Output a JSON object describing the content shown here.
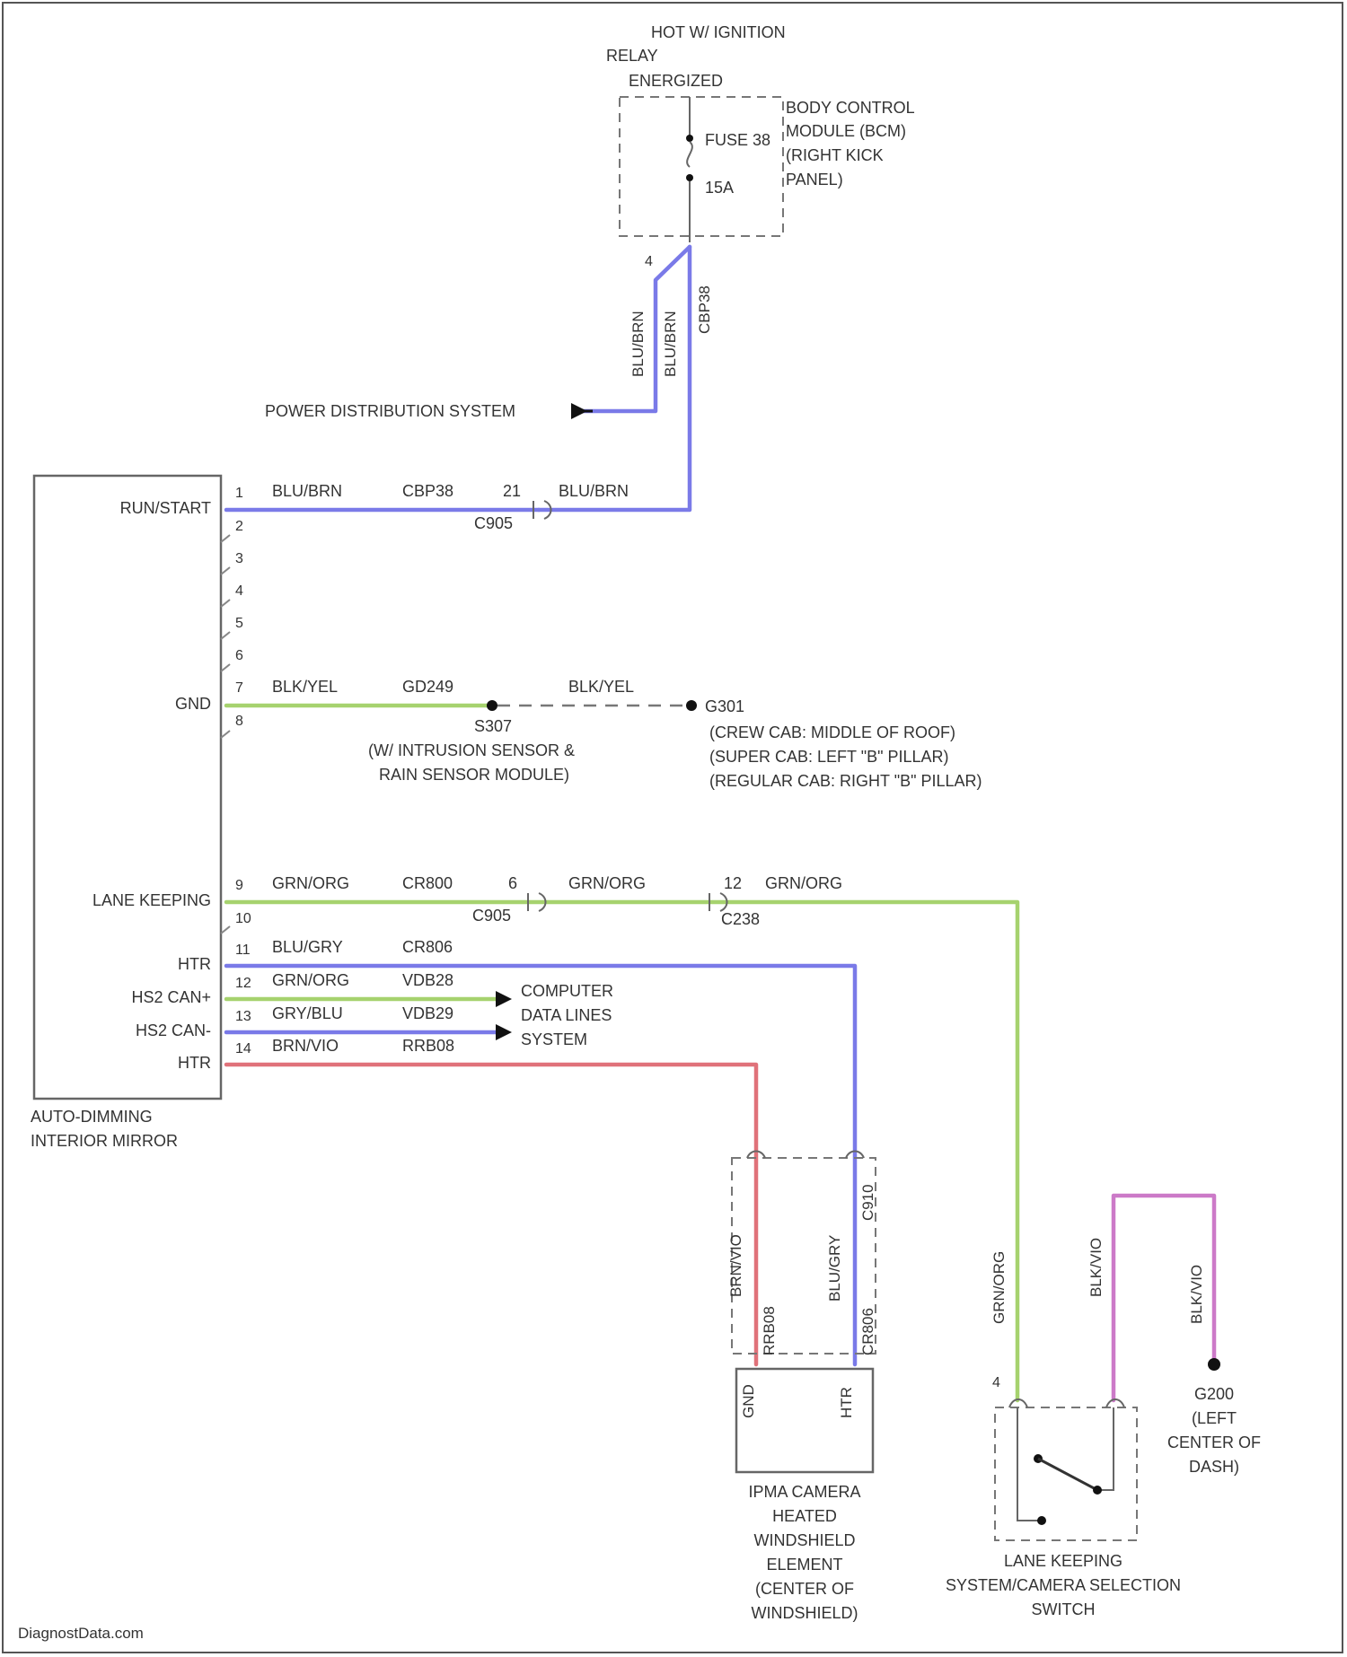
{
  "colors": {
    "blue_wire": "#7a7ae8",
    "green_wire": "#a6d26e",
    "red_wire": "#e0727a",
    "pink_wire": "#cc7ac8",
    "line": "#555555"
  },
  "top_source": {
    "line1": "HOT W/ IGNITION",
    "line2": "RELAY",
    "line3": "ENERGIZED"
  },
  "bcm": {
    "fuse": "FUSE 38",
    "amps": "15A",
    "name_lines": [
      "BODY CONTROL",
      "MODULE (BCM)",
      "(RIGHT KICK",
      "PANEL)"
    ],
    "pin": "4",
    "wire_left": "BLU/BRN",
    "wire_mid": "BLU/BRN",
    "wire_conn": "CBP38"
  },
  "power_distribution": {
    "label": "POWER DISTRIBUTION SYSTEM"
  },
  "mirror": {
    "name_lines": [
      "AUTO-DIMMING",
      "INTERIOR MIRROR"
    ],
    "labels": {
      "run_start": "RUN/START",
      "gnd": "GND",
      "lane_keeping": "LANE KEEPING",
      "htr1": "HTR",
      "hs2_can_plus": "HS2 CAN+",
      "hs2_can_minus": "HS2 CAN-",
      "htr2": "HTR"
    },
    "pins": [
      "1",
      "2",
      "3",
      "4",
      "5",
      "6",
      "7",
      "8",
      "9",
      "10",
      "11",
      "12",
      "13",
      "14"
    ]
  },
  "wires": {
    "runstart": {
      "color": "BLU/BRN",
      "circuit": "CBP38",
      "connector_pin": "21",
      "connector": "C905",
      "color2": "BLU/BRN"
    },
    "gnd": {
      "color": "BLK/YEL",
      "circuit": "GD249",
      "splice": "S307",
      "color2": "BLK/YEL",
      "ground": "G301"
    },
    "lane": {
      "color": "GRN/ORG",
      "circuit": "CR800",
      "connector_pin": "6",
      "connector": "C905",
      "color2": "GRN/ORG",
      "pin3": "12",
      "color3": "GRN/ORG",
      "connector3": "C238"
    },
    "htr1": {
      "color": "BLU/GRY",
      "circuit": "CR806"
    },
    "can_plus": {
      "color": "GRN/ORG",
      "circuit": "VDB28"
    },
    "can_minus": {
      "color": "GRY/BLU",
      "circuit": "VDB29"
    },
    "htr2": {
      "color": "BRN/VIO",
      "circuit": "RRB08"
    }
  },
  "computer_data": {
    "lines": [
      "COMPUTER",
      "DATA LINES",
      "SYSTEM"
    ]
  },
  "ground_notes": {
    "splice_lines": [
      "(W/ INTRUSION SENSOR &",
      "RAIN SENSOR MODULE)"
    ],
    "g301_lines": [
      "(CREW CAB: MIDDLE OF ROOF)",
      "(SUPER CAB: LEFT \"B\" PILLAR)",
      "(REGULAR CAB: RIGHT \"B\" PILLAR)"
    ]
  },
  "heater": {
    "conn": "C910",
    "wire_left": "BRN/VIO",
    "circuit_left": "RRB08",
    "wire_right": "BLU/GRY",
    "circuit_right": "CR806",
    "pin_left": "GND",
    "pin_right": "HTR",
    "name_lines": [
      "IPMA CAMERA",
      "HEATED",
      "WINDSHIELD",
      "ELEMENT",
      "(CENTER OF",
      "WINDSHIELD)"
    ]
  },
  "switch": {
    "wire_green": "GRN/ORG",
    "wire_blk1": "BLK/VIO",
    "wire_blk2": "BLK/VIO",
    "pin": "4",
    "name_lines": [
      "LANE KEEPING",
      "SYSTEM/CAMERA SELECTION",
      "SWITCH"
    ],
    "ground": {
      "name": "G200",
      "lines": [
        "(LEFT",
        "CENTER OF",
        "DASH)"
      ]
    }
  },
  "watermark": "DiagnostData.com"
}
